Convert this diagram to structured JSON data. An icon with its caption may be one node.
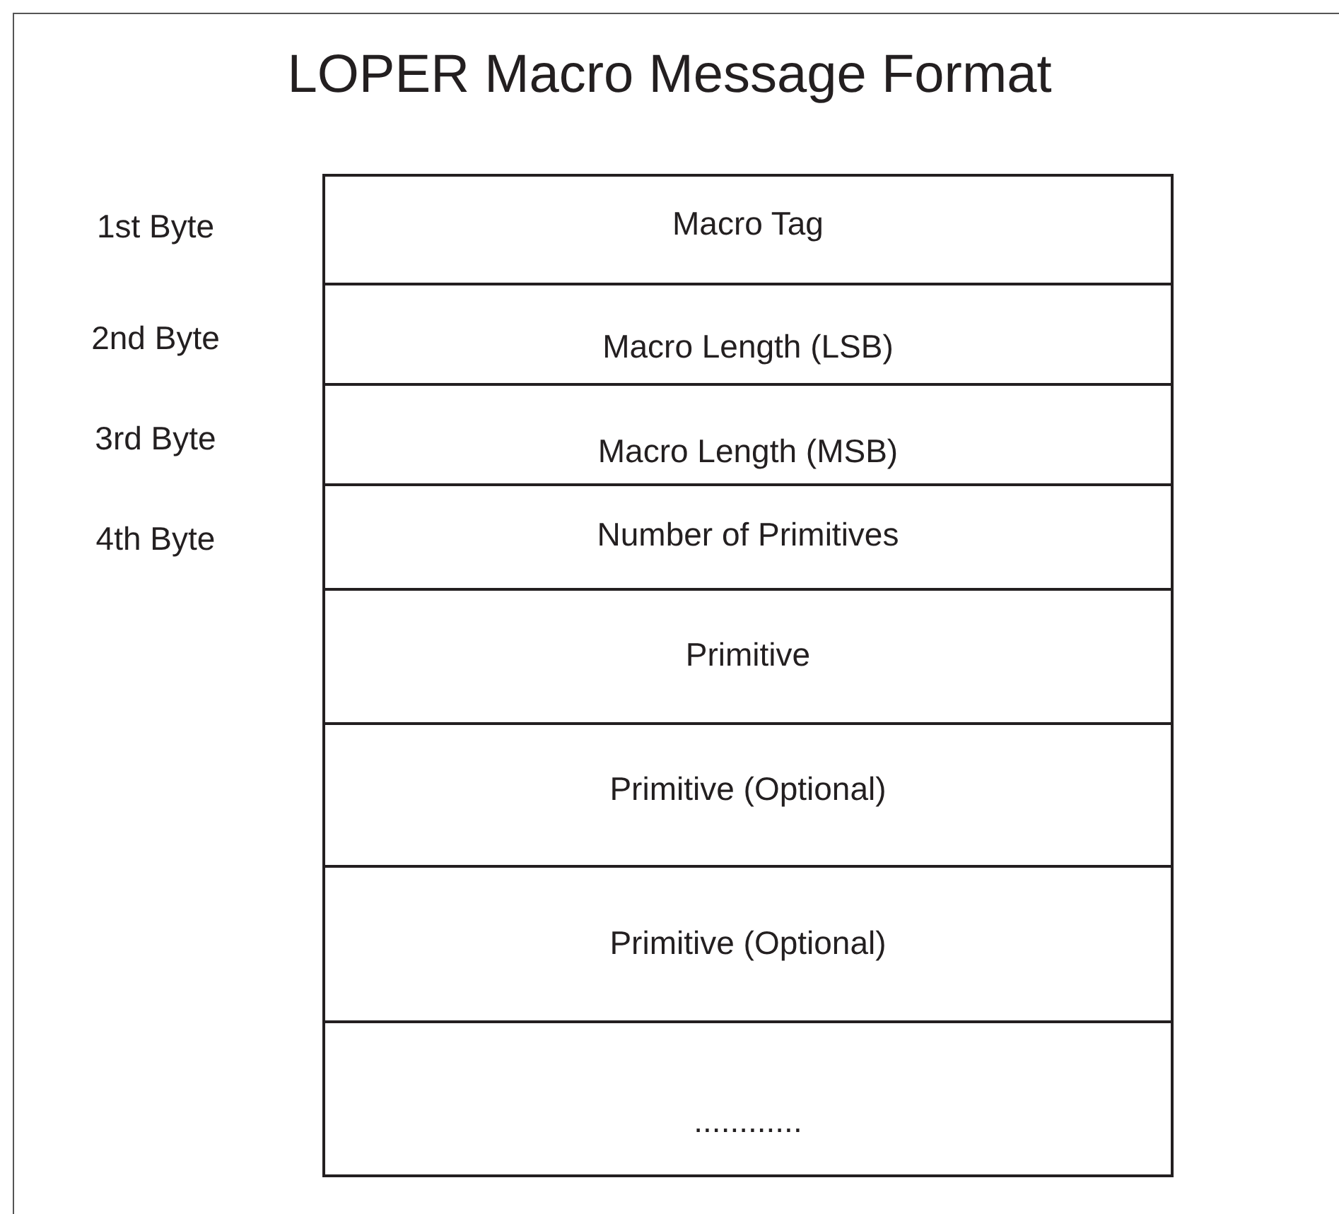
{
  "diagram": {
    "title": "LOPER Macro Message Format",
    "nodes": [
      {
        "text": [
          "Macro Tag"
        ],
        "beside": [
          "1st Byte"
        ]
      },
      {
        "text": [
          "Macro Length (LSB)"
        ],
        "beside": [
          "2nd Byte"
        ]
      },
      {
        "text": [
          "Macro Length (MSB)"
        ],
        "beside": [
          "3rd Byte"
        ]
      },
      {
        "text": [
          "Number of Primitives"
        ],
        "beside": [
          "4th Byte"
        ]
      },
      {
        "text": [
          "Primitive"
        ]
      },
      {
        "text": [
          "Primitive (Optional)"
        ]
      },
      {
        "text": [
          "Primitive (Optional)"
        ]
      },
      {
        "text": [
          "............"
        ]
      }
    ]
  }
}
